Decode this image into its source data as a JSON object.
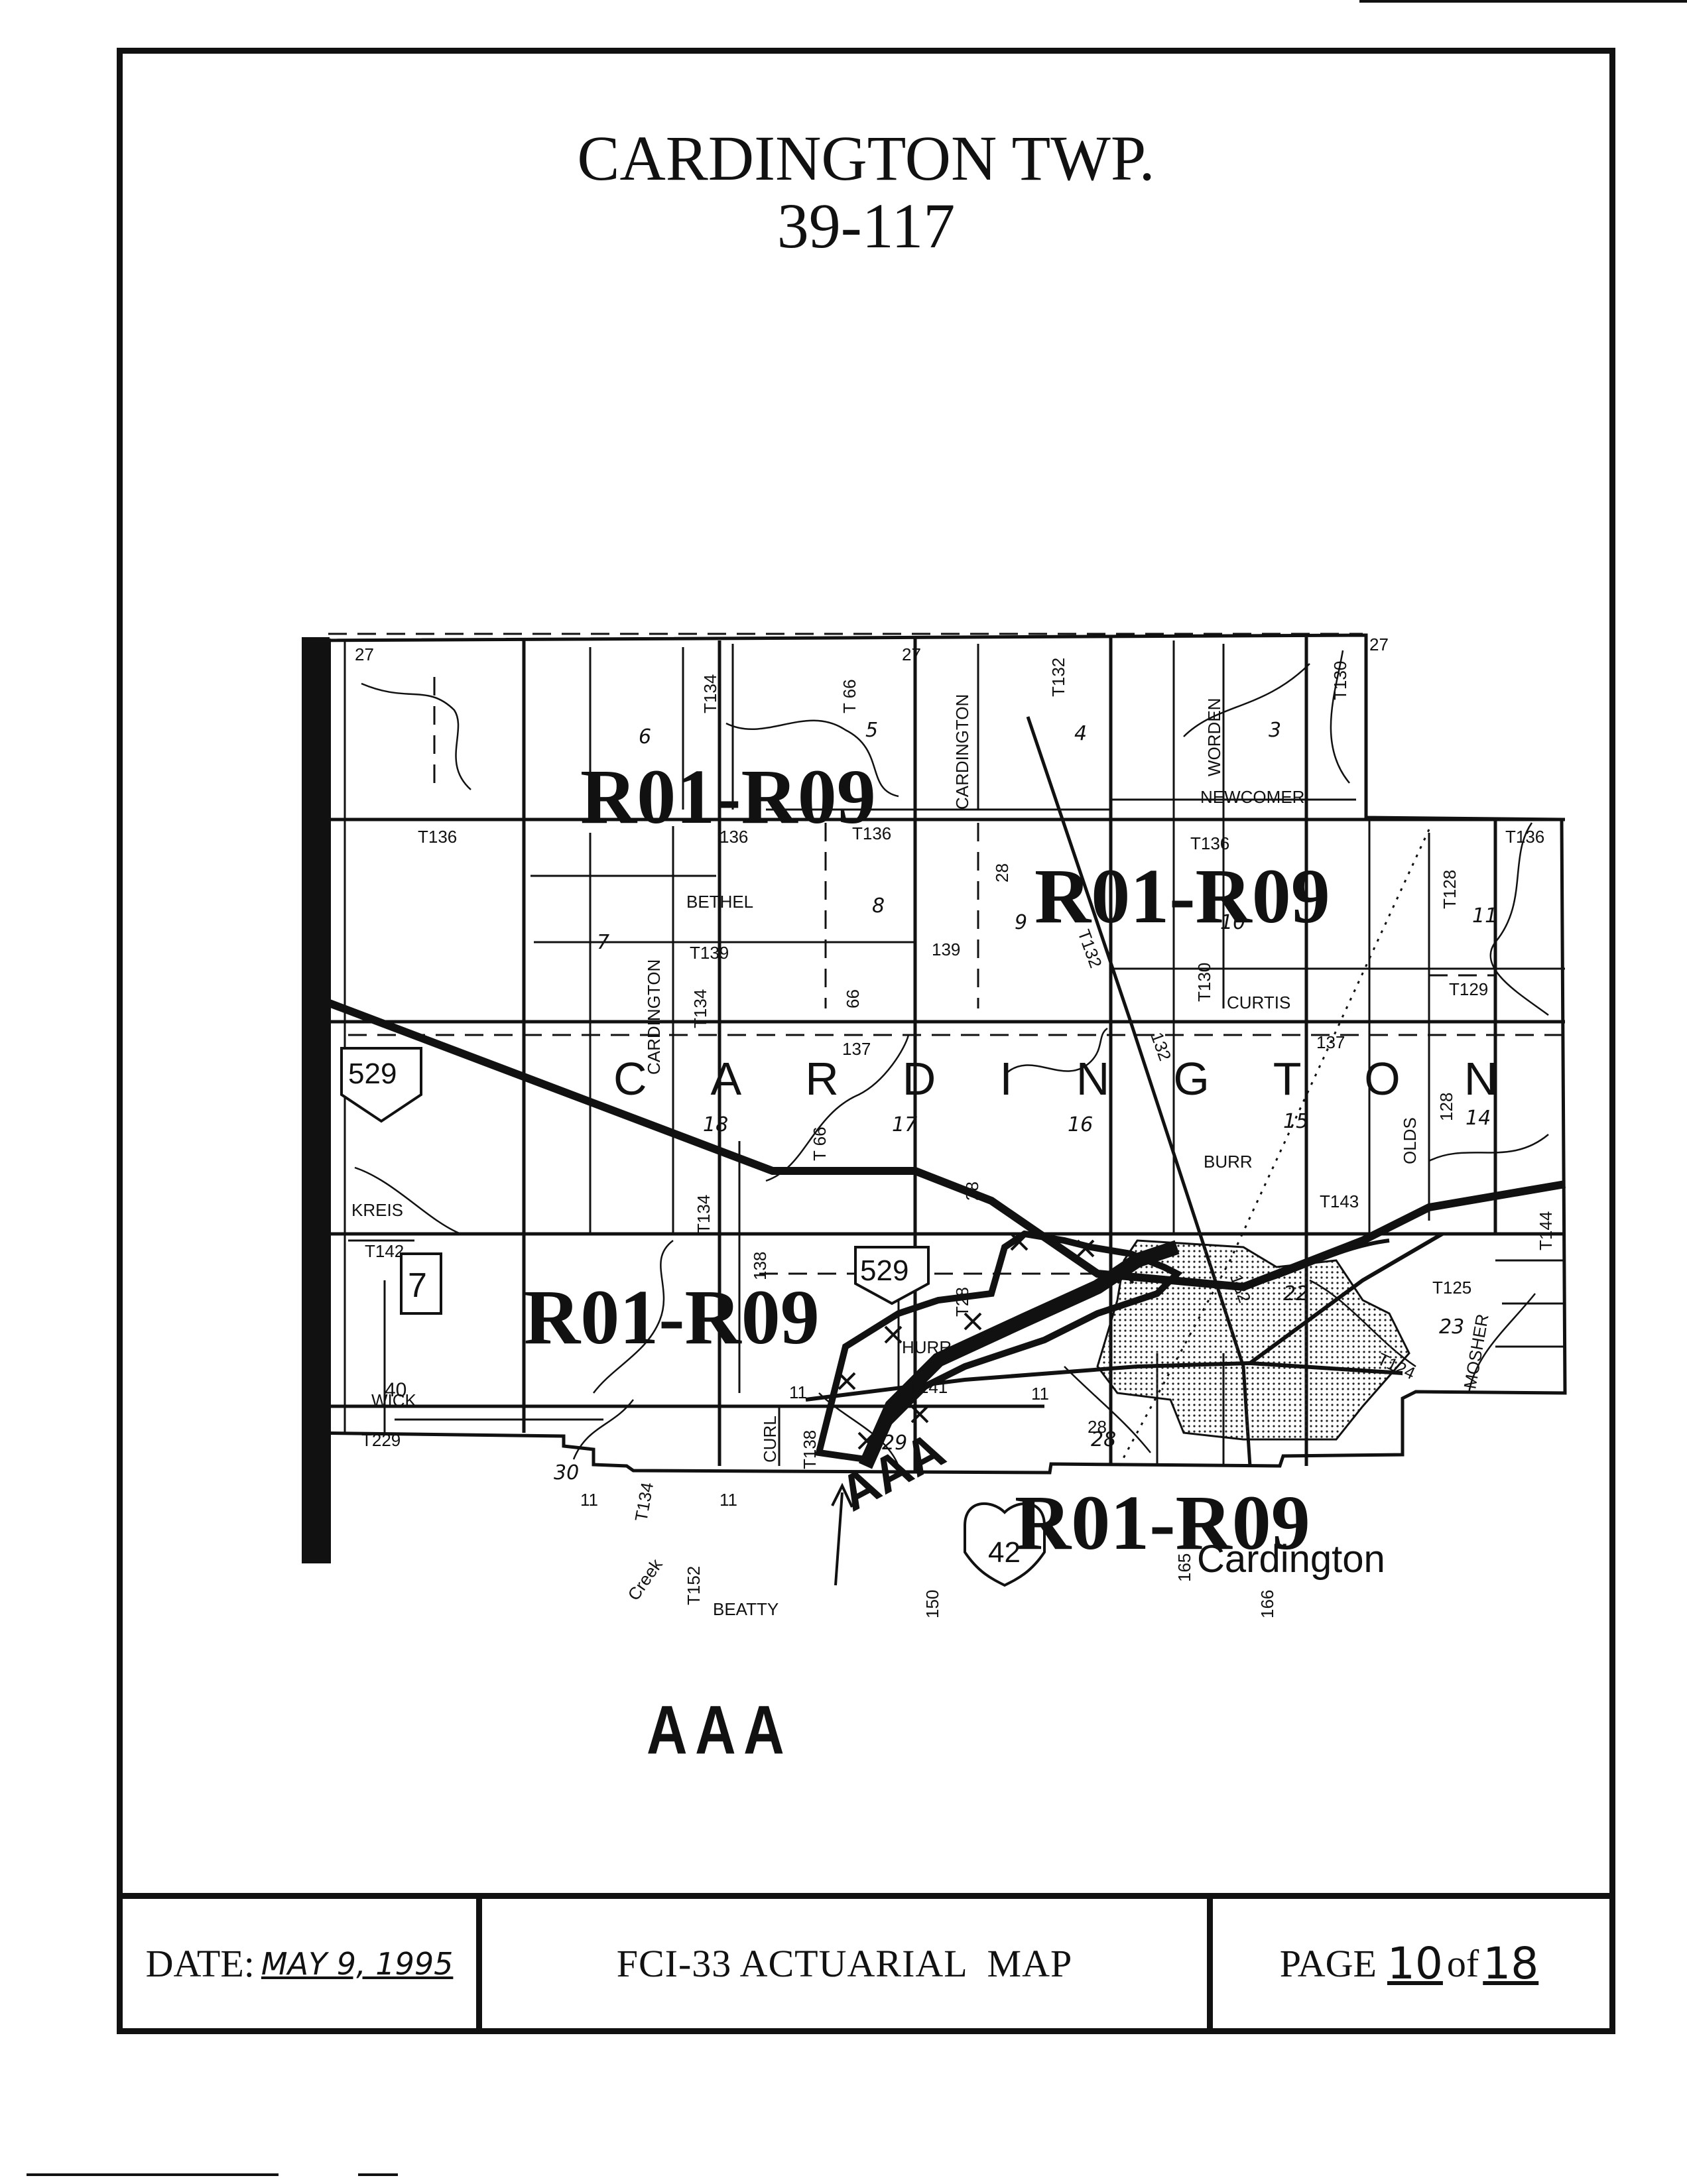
{
  "header": {
    "title": "CARDINGTON TWP.",
    "code": "39-117"
  },
  "map": {
    "section_numbers": [
      "6",
      "5",
      "4",
      "3",
      "7",
      "8",
      "9",
      "10",
      "11",
      "18",
      "17",
      "16",
      "15",
      "14",
      "22",
      "23",
      "29",
      "28",
      "30"
    ],
    "roads": {
      "r27a": "27",
      "r27b": "27",
      "r27c": "27",
      "t134a": "T134",
      "t66a": "T 66",
      "cardington_n": "CARDINGTON",
      "t132a": "T132",
      "worden": "WORDEN",
      "t130a": "T130",
      "newcomer": "NEWCOMER",
      "t136a": "T136",
      "r136": "136",
      "t136b": "T136",
      "t136c": "T136",
      "t136d": "T136",
      "bethel": "BETHEL",
      "r28a": "28",
      "t132b": "T132",
      "t128a": "T128",
      "cardington_w": "CARDINGTON",
      "t139": "T139",
      "t134b": "T134",
      "r66": "66",
      "r139": "139",
      "t130b": "T130",
      "curtis": "CURTIS",
      "t129": "T129",
      "r137a": "137",
      "r137b": "137",
      "r132": "132",
      "t66b": "T 66",
      "r28b": "28",
      "burr": "BURR",
      "olds": "OLDS",
      "r128": "128",
      "kreis": "KREIS",
      "t134c": "T134",
      "r138": "138",
      "t143": "T143",
      "t144": "T144",
      "t142": "T142",
      "t28": "T28",
      "r132c": "132",
      "t125": "T125",
      "mosher": "MOSHER",
      "hurr": "HURR",
      "t124": "T124",
      "wick": "WICK",
      "r11a": "11",
      "t141": "T141",
      "r11b": "11",
      "r28c": "28",
      "t229": "T229",
      "curl": "CURL",
      "t138": "T138",
      "r11c": "11",
      "t134d": "T134",
      "r11d": "11",
      "creek": "Creek",
      "t152": "T152",
      "beatty": "BEATTY",
      "r150": "150",
      "r165": "165",
      "r166": "166"
    },
    "place_label": "CARDINGTON",
    "town_label": "Cardington",
    "route_shields": {
      "sr529a": "529",
      "sr529b": "529",
      "us42": "42",
      "partial_7": "7",
      "edge_40": "40"
    },
    "rating_zones": [
      "R01-R09",
      "R01-R09",
      "R01-R09",
      "R01-R09"
    ],
    "aaa_zone": "AAA",
    "aaa_callout": "AAA"
  },
  "footer": {
    "date_label": "DATE:",
    "date_value": "MAY 9, 1995",
    "map_title": "FCI-33 ACTUARIAL  MAP",
    "page_label": "PAGE",
    "page_current": "10",
    "page_of": "of",
    "page_total": "18"
  }
}
